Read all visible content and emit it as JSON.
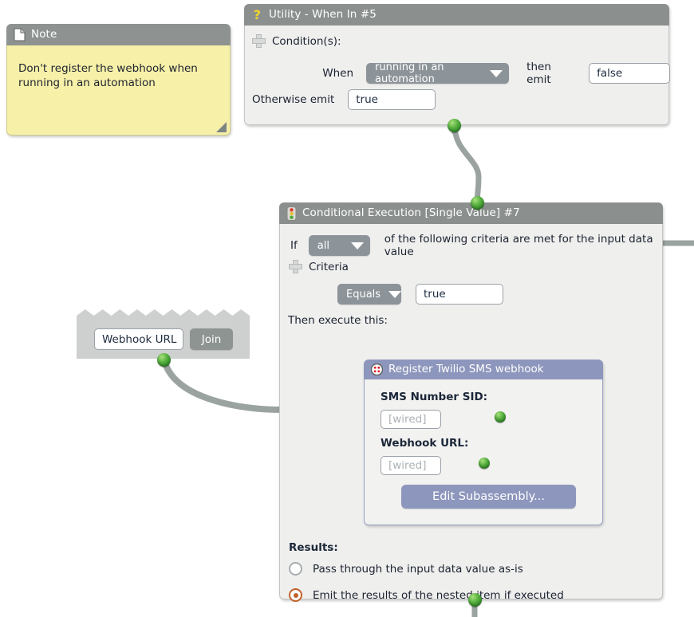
{
  "note": {
    "icon": "document-icon",
    "title": "Note",
    "text": "Don't register the webhook when running in an automation"
  },
  "utility": {
    "icon": "question-mark-icon",
    "title": "Utility - When In #5",
    "conditions_label": "Condition(s):",
    "when_label": "When",
    "when_value": "running in an automation",
    "then_emit_label": "then emit",
    "then_emit_value": "false",
    "otherwise_label": "Otherwise emit",
    "otherwise_value": "true"
  },
  "join_panel": {
    "field_value": "Webhook URL",
    "join_label": "Join"
  },
  "conditional": {
    "icon": "traffic-light-icon",
    "title": "Conditional Execution [Single Value] #7",
    "if_label": "If",
    "quantifier_value": "all",
    "criteria_sentence": "of the following criteria are met for the input data value",
    "criteria_label": "Criteria",
    "operator_value": "Equals",
    "operand_value": "true",
    "then_execute_label": "Then execute this:",
    "results_label": "Results:",
    "option_pass_through": "Pass through the input data value as-is",
    "option_emit_nested": "Emit the results of the nested item if executed",
    "selected_option": "option_emit_nested"
  },
  "subassembly": {
    "icon": "twilio-icon",
    "title": "Register Twilio SMS webhook",
    "sms_sid_label": "SMS Number SID:",
    "sms_sid_value": "[wired]",
    "webhook_url_label": "Webhook URL:",
    "webhook_url_value": "[wired]",
    "edit_button_label": "Edit Subassembly..."
  },
  "colors": {
    "header_gray": "#8b908e",
    "panel_body": "#efefee",
    "note_yellow": "#f7f0a8",
    "dropdown_gray": "#8d9499",
    "subassembly_purple": "#8d96bc",
    "wire_gray": "#9ba3a1",
    "port_green": "#56b13f",
    "radio_orange": "#c2622a"
  }
}
